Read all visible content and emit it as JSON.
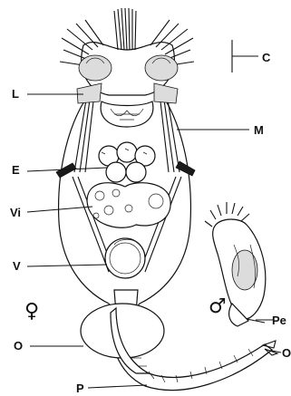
{
  "labels": {
    "scale": "C",
    "L": "L",
    "M": "M",
    "E": "E",
    "Vi": "Vi",
    "V": "V",
    "O_left": "O",
    "P": "P",
    "Pe": "Pe",
    "O_right": "O",
    "female": "♀",
    "male": "♂"
  }
}
